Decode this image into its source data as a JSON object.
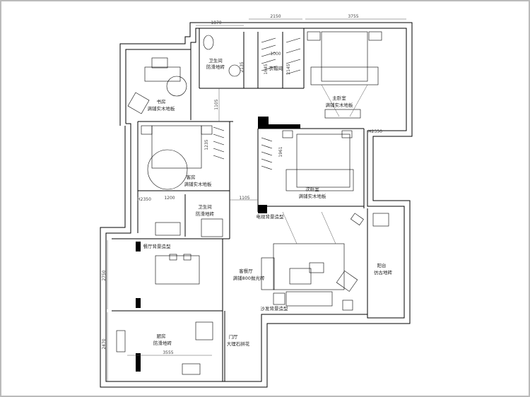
{
  "plan": {
    "rooms": {
      "study": {
        "name": "书房",
        "floor": "满铺实木地板"
      },
      "bath_top": {
        "name": "卫生间",
        "floor": "防滑地砖"
      },
      "closet": {
        "name": "衣帽间"
      },
      "master": {
        "name": "主卧室",
        "floor": "满铺实木地板"
      },
      "guest": {
        "name": "客房",
        "floor": "满铺实木地板"
      },
      "second": {
        "name": "次卧室",
        "floor": "满铺实木地板"
      },
      "bath_mid": {
        "name": "卫生间",
        "floor": "防滑地砖"
      },
      "living": {
        "name": "客餐厅",
        "floor": "满铺800抛光砖"
      },
      "balcony": {
        "name": "阳台",
        "floor": "仿古地砖"
      },
      "kitchen": {
        "name": "厨房",
        "floor": "防滑地砖"
      },
      "foyer": {
        "name": "门厅",
        "floor": "大理石拼花"
      }
    },
    "features": {
      "tv_wall": "电视背景造型",
      "dining_wall": "餐厅背景造型",
      "sofa_wall": "沙发背景造型"
    },
    "dimensions": {
      "top1": "1870",
      "top2": "2150",
      "top3": "3755",
      "closet_w": "1000",
      "d2135": "2135",
      "d2145": "2145",
      "d1645": "1645",
      "corr1": "1105",
      "corr2": "1105",
      "guest_h": "1235",
      "second_h": "1961",
      "bath_w": "1200",
      "h_left": "H2350",
      "h_right": "H2350",
      "dining_h": "2750",
      "kitchen_h": "2470",
      "kitchen_w": "3555"
    }
  }
}
